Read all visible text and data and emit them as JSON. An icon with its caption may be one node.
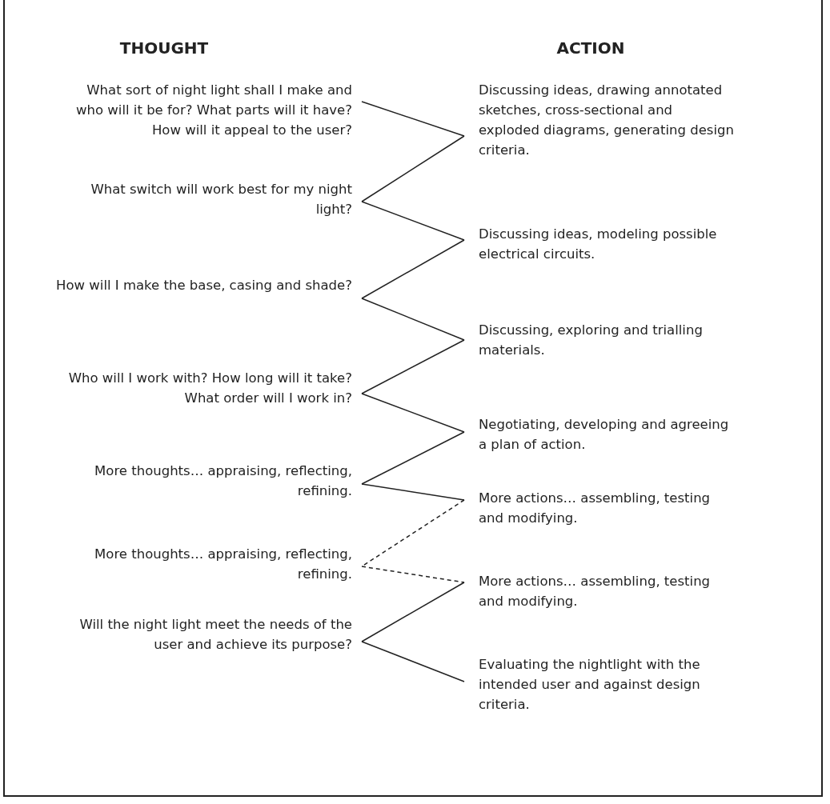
{
  "diagram": {
    "nodes": [
      {
        "text": [
          "What sort of night light shall I make and who will it be for? What parts will it have? How will it appeal to the user?"
        ]
      },
      {
        "text": [
          "Discussing ideas, drawing annotated sketches, cross-sectional and exploded diagrams, generating design criteria."
        ]
      },
      {
        "text": [
          "What switch will work best for my night light?"
        ]
      },
      {
        "text": [
          "Discussing ideas, modeling possible electrical circuits."
        ]
      },
      {
        "text": [
          "How will I make the base, casing and shade?"
        ]
      },
      {
        "text": [
          "Discussing, exploring and trialling materials."
        ]
      },
      {
        "text": [
          "Who will I work with? How long will it take? What order will I work in?"
        ]
      },
      {
        "text": [
          "Negotiating, developing and agreeing a plan of action."
        ]
      },
      {
        "text": [
          "More thoughts… appraising, reflecting, refining."
        ]
      },
      {
        "text": [
          "More actions… assembling, testing and modifying."
        ]
      },
      {
        "text": [
          "More thoughts… appraising, reflecting, refining."
        ]
      },
      {
        "text": [
          "More actions… assembling, testing and modifying."
        ]
      },
      {
        "text": [
          "Will the night light meet the needs of the user and achieve its purpose?"
        ]
      },
      {
        "text": [
          "Evaluating the nightlight with the intended user and against design criteria."
        ]
      }
    ],
    "edges": [
      {
        "from": 0,
        "to": 1,
        "arrow": "none"
      },
      {
        "from": 1,
        "to": 2,
        "arrow": "none"
      },
      {
        "from": 2,
        "to": 3,
        "arrow": "none"
      },
      {
        "from": 3,
        "to": 4,
        "arrow": "none"
      },
      {
        "from": 4,
        "to": 5,
        "arrow": "none"
      },
      {
        "from": 5,
        "to": 6,
        "arrow": "none"
      },
      {
        "from": 6,
        "to": 7,
        "arrow": "none"
      },
      {
        "from": 7,
        "to": 8,
        "arrow": "none"
      },
      {
        "from": 8,
        "to": 9,
        "arrow": "none"
      },
      {
        "from": 9,
        "to": 10,
        "arrow": "none",
        "style": "dashed"
      },
      {
        "from": 10,
        "to": 11,
        "arrow": "none",
        "style": "dashed"
      },
      {
        "from": 11,
        "to": 12,
        "arrow": "none"
      },
      {
        "from": 12,
        "to": 13,
        "arrow": "none"
      }
    ],
    "labels": [
      "THOUGHT",
      "ACTION"
    ]
  }
}
